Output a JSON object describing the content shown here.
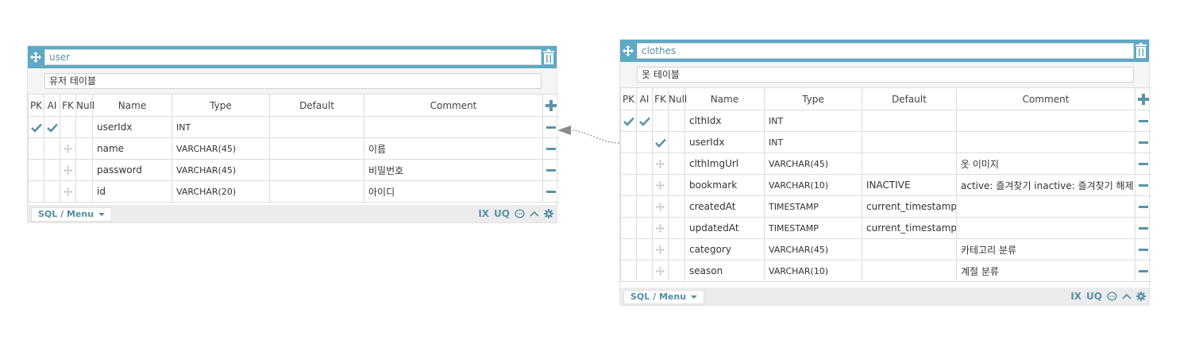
{
  "headers": [
    "PK",
    "AI",
    "FK",
    "Null",
    "Name",
    "Type",
    "Default",
    "Comment"
  ],
  "footer": {
    "menu_label": "SQL / Menu",
    "ix_label": "IX",
    "uq_label": "UQ"
  },
  "tables": {
    "user": {
      "title": "user",
      "comment": "유저 테이블",
      "columns": [
        {
          "name": "userIdx",
          "type": "INT",
          "default": "",
          "comment": "",
          "pk": true,
          "ai": true,
          "fk": false,
          "null": false
        },
        {
          "name": "name",
          "type": "VARCHAR(45)",
          "default": "",
          "comment": "이름",
          "pk": false,
          "ai": false,
          "fk": false,
          "null": false
        },
        {
          "name": "password",
          "type": "VARCHAR(45)",
          "default": "",
          "comment": "비밀번호",
          "pk": false,
          "ai": false,
          "fk": false,
          "null": false
        },
        {
          "name": "id",
          "type": "VARCHAR(20)",
          "default": "",
          "comment": "아이디",
          "pk": false,
          "ai": false,
          "fk": false,
          "null": false
        }
      ]
    },
    "clothes": {
      "title": "clothes",
      "comment": "옷 테이블",
      "columns": [
        {
          "name": "clthIdx",
          "type": "INT",
          "default": "",
          "comment": "",
          "pk": true,
          "ai": true,
          "fk": false,
          "null": false
        },
        {
          "name": "userIdx",
          "type": "INT",
          "default": "",
          "comment": "",
          "pk": false,
          "ai": false,
          "fk": true,
          "null": false
        },
        {
          "name": "clthImgUrl",
          "type": "VARCHAR(45)",
          "default": "",
          "comment": "옷 이미지",
          "pk": false,
          "ai": false,
          "fk": false,
          "null": false
        },
        {
          "name": "bookmark",
          "type": "VARCHAR(10)",
          "default": "INACTIVE",
          "comment": "active: 즐겨찾기 inactive: 즐겨찾기 해제",
          "pk": false,
          "ai": false,
          "fk": false,
          "null": false
        },
        {
          "name": "createdAt",
          "type": "TIMESTAMP",
          "default": "current_timestamp",
          "comment": "",
          "pk": false,
          "ai": false,
          "fk": false,
          "null": false
        },
        {
          "name": "updatedAt",
          "type": "TIMESTAMP",
          "default": "current_timestamp o",
          "comment": "",
          "pk": false,
          "ai": false,
          "fk": false,
          "null": false
        },
        {
          "name": "category",
          "type": "VARCHAR(45)",
          "default": "",
          "comment": "카테고리 분류",
          "pk": false,
          "ai": false,
          "fk": false,
          "null": false
        },
        {
          "name": "season",
          "type": "VARCHAR(10)",
          "default": "",
          "comment": "계절 분류",
          "pk": false,
          "ai": false,
          "fk": false,
          "null": false
        }
      ]
    }
  },
  "relation": {
    "from": "clothes.userIdx",
    "to": "user.userIdx"
  },
  "colors": {
    "accent": "#5ea9c3",
    "icon": "#5a93a8",
    "check": "#5a93a8",
    "drag": "#c8c8c8"
  },
  "icons": [
    "move-icon",
    "trash-icon",
    "check-icon",
    "drag-handle-icon",
    "plus-icon",
    "minus-icon",
    "caret-down-icon",
    "comment-icon",
    "chevron-up-icon",
    "gear-icon",
    "arrow-icon"
  ]
}
